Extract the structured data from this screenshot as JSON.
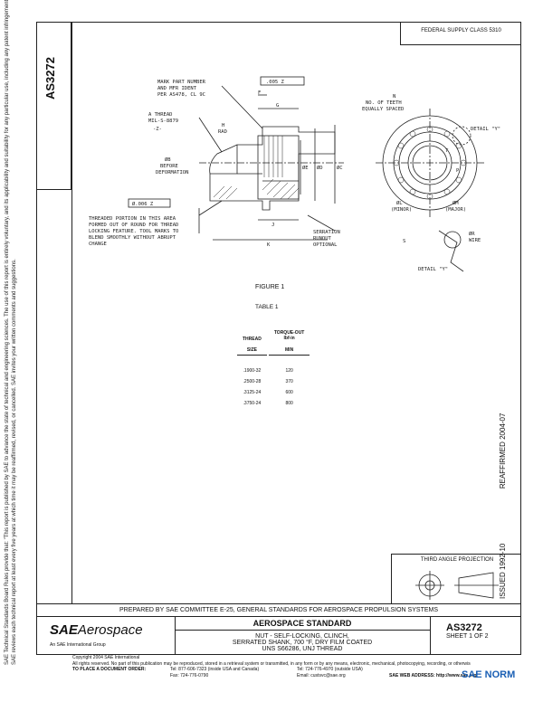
{
  "document": {
    "number": "AS3272",
    "fsc_box": "FEDERAL SUPPLY CLASS 5310",
    "reaffirmed": "REAFFIRMED 2004-07",
    "issued": "ISSUED 1992-10",
    "disclaimer_1": "SAE Technical Standards Board Rules provide that: \"This report is published by SAE to advance the state of technical and engineering sciences. The use of this report is entirely voluntary, and its applicability and suitability for any particular use, including any patent infringement arising therefrom, is the sole responsibility of the user.\"",
    "disclaimer_2": "SAE reviews each technical report at least every five years at which time it may be reaffirmed, revised, or cancelled. SAE invites your written comments and suggestions."
  },
  "drawing": {
    "labels": {
      "mark": "MARK PART NUMBER\nAND MFR IDENT\nPER AS478, CL 9C",
      "thread": "A THREAD\nMIL-S-8879",
      "thread_datum": "-Z-",
      "rad": "H\nRAD",
      "before_deform": "ØB\nBEFORE\nDEFORMATION",
      "runout": "THREADED PORTION IN THIS AREA\nFORMED OUT OF ROUND FOR THREAD\nLOCKING FEATURE. TOOL MARKS TO\nBLEND SMOOTHLY WITHOUT ABRUPT\nCHANGE",
      "teeth": "N\nNO. OF TEETH\nEQUALLY SPACED",
      "serration": "SERRATION\nRUNOUT\nOPTIONAL",
      "detail_y_ref": "DETAIL \"Y\"",
      "detail_y": "DETAIL \"Y\"",
      "r_wire": "ØR\nWIRE",
      "minor": "ØL\n(MINOR)",
      "major": "ØM\n(MAJOR)",
      "tol_top": ".005 Z",
      "tol_bottom": "Ø.006 Z",
      "dims": [
        "F",
        "G",
        "J",
        "ØE",
        "ØD",
        "ØC",
        "K",
        "S",
        "P",
        "T"
      ]
    },
    "figure_title": "FIGURE 1",
    "table_title": "TABLE 1",
    "table": {
      "headers": [
        "THREAD",
        "TORQUE-OUT\nlbf-in"
      ],
      "subheaders": [
        "SIZE",
        "MIN"
      ],
      "rows": [
        [
          ".1900-32",
          "120"
        ],
        [
          ".2500-28",
          "370"
        ],
        [
          ".3125-24",
          "600"
        ],
        [
          ".3750-24",
          "800"
        ]
      ]
    },
    "projection": "THIRD ANGLE PROJECTION"
  },
  "title_block": {
    "prepared_by": "PREPARED BY SAE COMMITTEE E-25, GENERAL STANDARDS FOR AEROSPACE PROPULSION SYSTEMS",
    "logo_sae": "SAE",
    "logo_aerospace": "Aerospace",
    "logo_tagline": "An SAE International Group",
    "heading": "AEROSPACE STANDARD",
    "title_line1": "NUT - SELF-LOCKING, CLINCH,",
    "title_line2": "SERRATED SHANK, 700 °F, DRY FILM COATED",
    "title_line3": "UNS S66286, UNJ THREAD",
    "doc_number": "AS3272",
    "sheet": "SHEET 1 OF 2"
  },
  "footer": {
    "copyright": "Copyright 2004 SAE International",
    "rights": "All rights reserved. No part of this publication may be reproduced, stored in a retrieval system or transmitted, in any form or by any means, electronic, mechanical, photocopying, recording, or otherwise, without the prior written permission of SAE.",
    "order_label": "TO PLACE A DOCUMENT ORDER:",
    "tel1": "Tel: 877-606-7323 (inside USA and Canada)",
    "tel2": "Tel: 724-776-4970 (outside USA)",
    "fax": "Fax: 724-776-0790",
    "email": "Email: custsvc@sae.org",
    "web": "SAE WEB ADDRESS: http://www.sae.org"
  },
  "watermark": "SAE NORM"
}
